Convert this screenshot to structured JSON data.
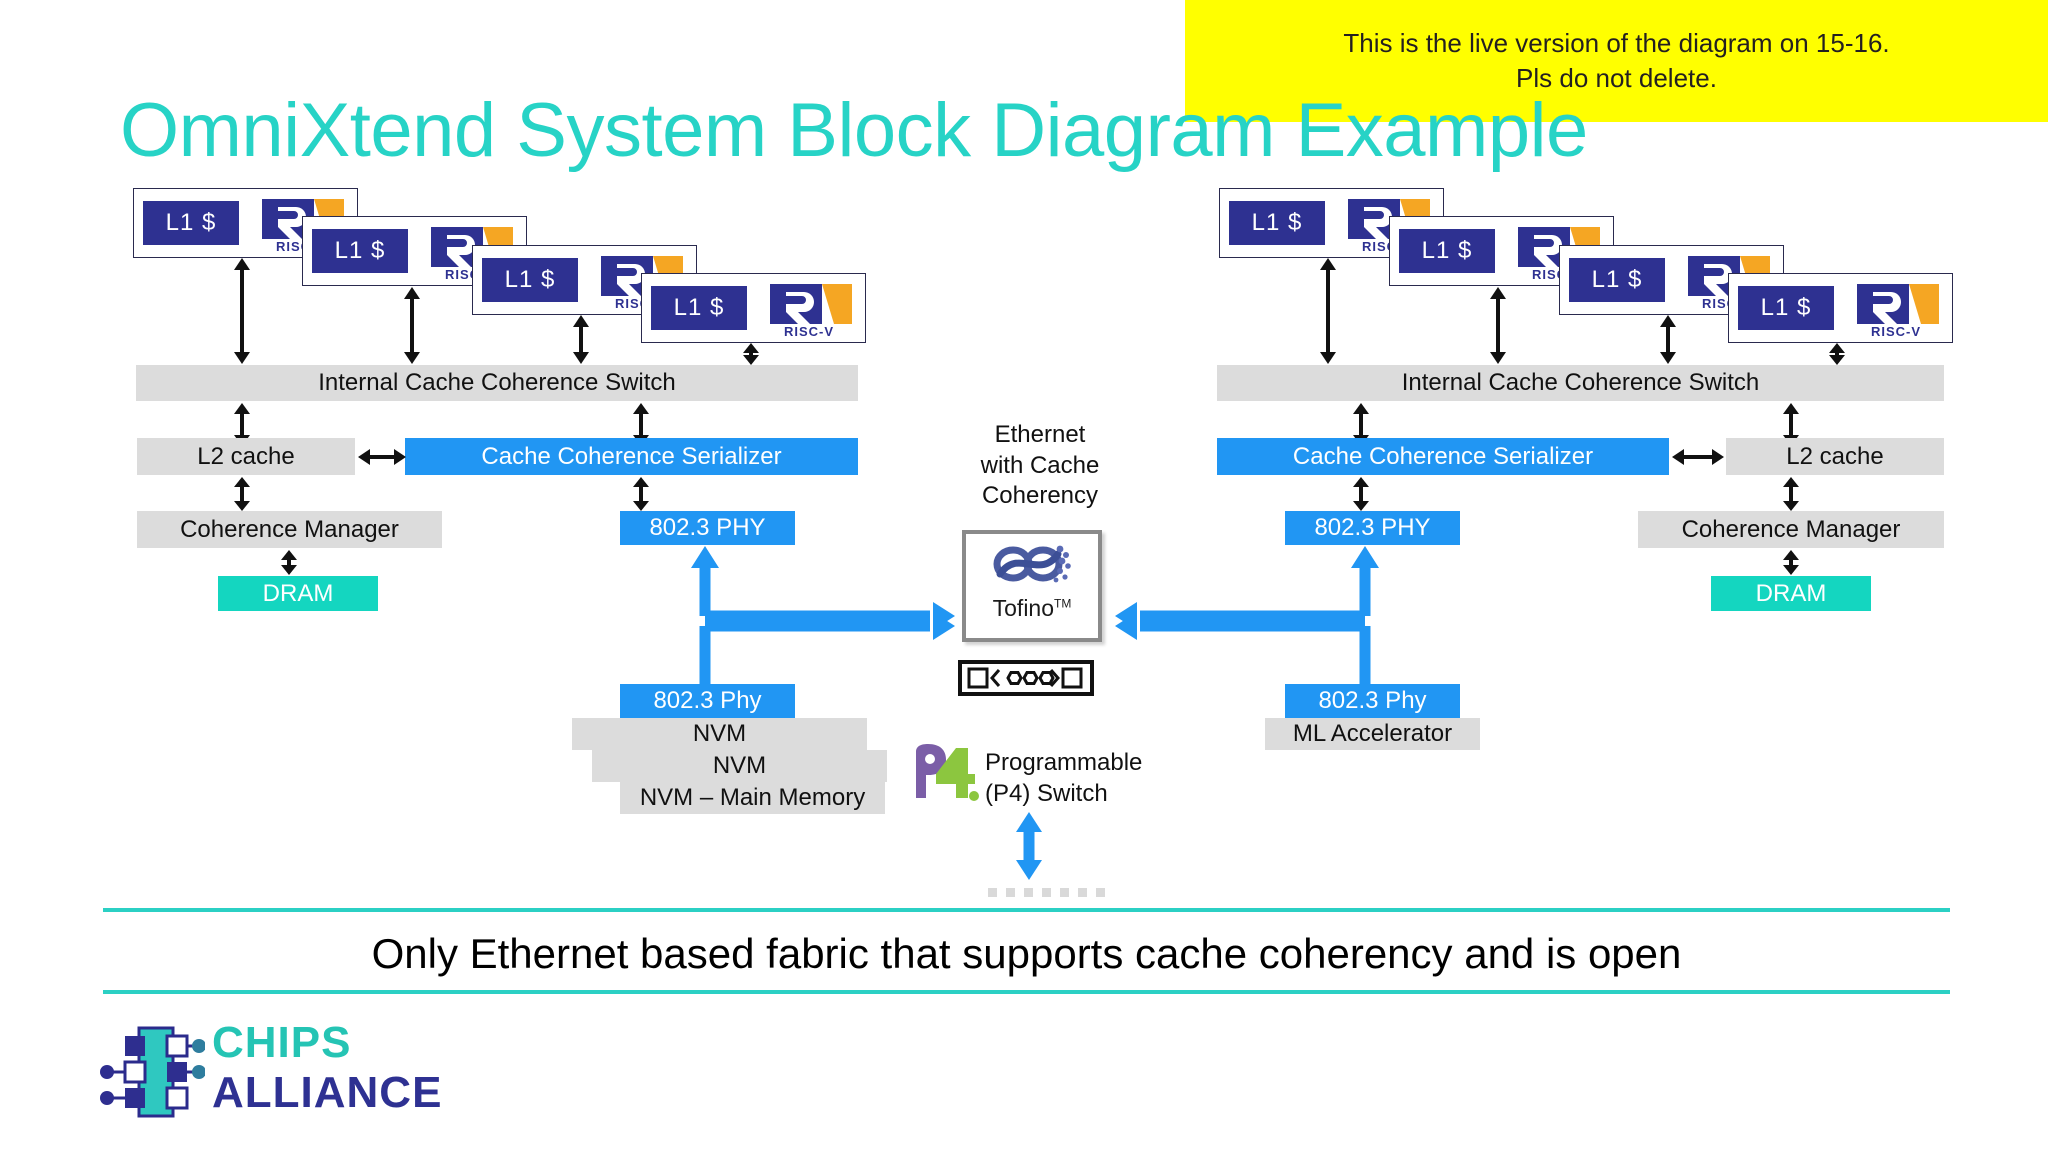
{
  "note": {
    "line1": "This is the live version of the diagram on 15-16.",
    "line2": "Pls do not delete.",
    "bg": "#ffff00"
  },
  "title": "OmniXtend System Block Diagram Example",
  "colors": {
    "title_teal": "#27d3c6",
    "grey_block": "#dcdcdc",
    "blue_block": "#2196f3",
    "teal_block": "#14d6c0",
    "riscv_navy": "#2e3191",
    "riscv_gold": "#f5a623",
    "rule_teal": "#2bd0c4",
    "p4_purple": "#7b5ea7",
    "p4_green": "#8cc63f",
    "chips_teal": "#25c4b4",
    "alliance_navy": "#2e3192"
  },
  "clusters": {
    "left": {
      "cores": [
        {
          "l1_label": "L1 $",
          "logo": "riscv-logo"
        },
        {
          "l1_label": "L1 $",
          "logo": "riscv-logo"
        },
        {
          "l1_label": "L1 $",
          "logo": "riscv-logo"
        },
        {
          "l1_label": "L1 $",
          "logo": "riscv-logo"
        }
      ],
      "switch": "Internal Cache Coherence Switch",
      "l2": "L2 cache",
      "serializer": "Cache Coherence Serializer",
      "coherence_manager": "Coherence Manager",
      "dram": "DRAM",
      "phy_upper": "802.3 PHY",
      "phy_lower": "802.3 Phy",
      "memory_stack": [
        "NVM",
        "NVM",
        "NVM – Main Memory"
      ]
    },
    "right": {
      "cores": [
        {
          "l1_label": "L1 $",
          "logo": "riscv-logo"
        },
        {
          "l1_label": "L1 $",
          "logo": "riscv-logo"
        },
        {
          "l1_label": "L1 $",
          "logo": "riscv-logo"
        },
        {
          "l1_label": "L1 $",
          "logo": "riscv-logo"
        }
      ],
      "switch": "Internal Cache Coherence Switch",
      "l2": "L2 cache",
      "serializer": "Cache Coherence Serializer",
      "coherence_manager": "Coherence Manager",
      "dram": "DRAM",
      "phy_upper": "802.3 PHY",
      "phy_lower": "802.3 Phy",
      "accelerator": "ML Accelerator"
    }
  },
  "center": {
    "fabric_label": "Ethernet\nwith Cache\nCoherency",
    "tofino_name": "Tofino",
    "tofino_tm": "TM",
    "p4_label": "Programmable\n(P4) Switch",
    "p4_logo": "p4-logo",
    "port_icon": "network-port-icon"
  },
  "footer": {
    "tagline": "Only Ethernet based fabric that supports cache coherency and is open",
    "logo_top": "CHIPS",
    "logo_bottom": "ALLIANCE",
    "logo_icon": "chip-icon"
  }
}
